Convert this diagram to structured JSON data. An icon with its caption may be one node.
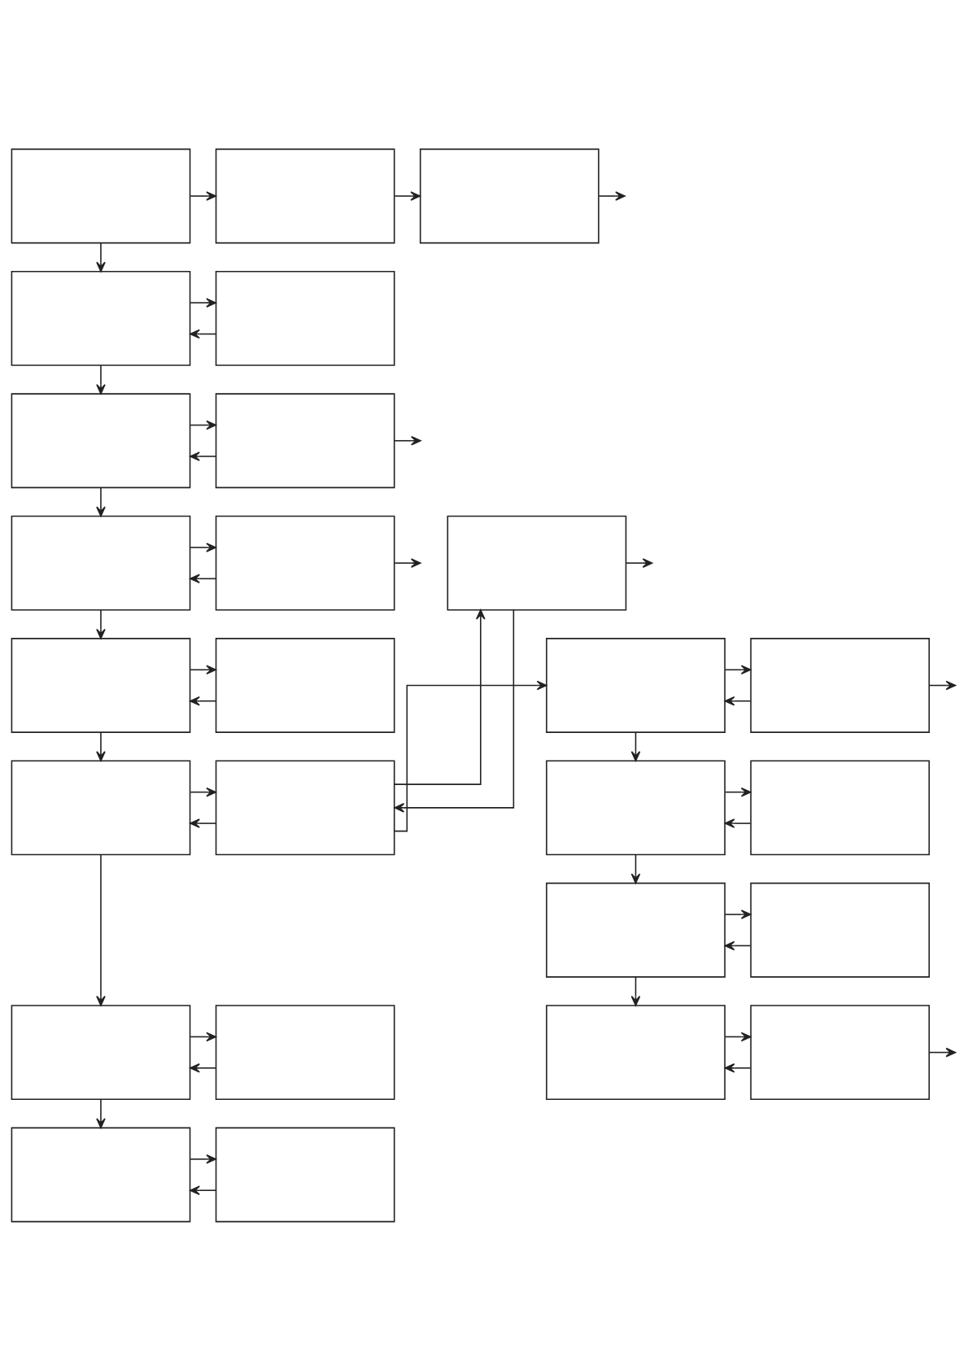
{
  "diagram": {
    "nodes": [
      {
        "text": [],
        "shape": "box"
      },
      {
        "text": [],
        "shape": "box"
      },
      {
        "text": [],
        "shape": "box"
      },
      {
        "text": [],
        "shape": "box"
      },
      {
        "text": [],
        "shape": "box"
      },
      {
        "text": [],
        "shape": "box"
      },
      {
        "text": [],
        "shape": "box"
      },
      {
        "text": [],
        "shape": "box"
      },
      {
        "text": [],
        "shape": "box"
      },
      {
        "text": [],
        "shape": "box"
      },
      {
        "text": [],
        "shape": "box"
      },
      {
        "text": [],
        "shape": "box"
      },
      {
        "text": [],
        "shape": "box"
      },
      {
        "text": [],
        "shape": "box"
      },
      {
        "text": [],
        "shape": "box"
      },
      {
        "text": [],
        "shape": "box"
      },
      {
        "text": [],
        "shape": "box"
      },
      {
        "text": [],
        "shape": "box"
      },
      {
        "text": [],
        "shape": "box"
      },
      {
        "text": [],
        "shape": "box"
      },
      {
        "text": [],
        "shape": "box"
      },
      {
        "text": [],
        "shape": "box"
      },
      {
        "text": [],
        "shape": "box"
      },
      {
        "text": [],
        "shape": "box"
      },
      {
        "text": [],
        "shape": "box"
      },
      {
        "text": [],
        "shape": "box"
      }
    ],
    "edges": [
      {
        "from": 0,
        "to": 1,
        "arrow": "to"
      },
      {
        "from": 1,
        "to": 2,
        "arrow": "to"
      },
      {
        "from": 2,
        "to": null,
        "arrow": "to"
      },
      {
        "from": 0,
        "to": 3,
        "arrow": "to"
      },
      {
        "from": 3,
        "to": 4,
        "arrow": "to"
      },
      {
        "from": 4,
        "to": 3,
        "arrow": "to"
      },
      {
        "from": 3,
        "to": 5,
        "arrow": "to"
      },
      {
        "from": 5,
        "to": 6,
        "arrow": "to"
      },
      {
        "from": 6,
        "to": 5,
        "arrow": "to"
      },
      {
        "from": 6,
        "to": null,
        "arrow": "to"
      },
      {
        "from": 5,
        "to": 7,
        "arrow": "to"
      },
      {
        "from": 7,
        "to": 8,
        "arrow": "to"
      },
      {
        "from": 8,
        "to": 7,
        "arrow": "to"
      },
      {
        "from": 8,
        "to": null,
        "arrow": "to"
      },
      {
        "from": 7,
        "to": 9,
        "arrow": "to"
      },
      {
        "from": 9,
        "to": 10,
        "arrow": "to"
      },
      {
        "from": 10,
        "to": 9,
        "arrow": "to"
      },
      {
        "from": 9,
        "to": 11,
        "arrow": "to"
      },
      {
        "from": 11,
        "to": 12,
        "arrow": "to"
      },
      {
        "from": 12,
        "to": 11,
        "arrow": "to"
      },
      {
        "from": 12,
        "to": 17,
        "arrow": "to"
      },
      {
        "from": 17,
        "to": 12,
        "arrow": "to"
      },
      {
        "from": 17,
        "to": null,
        "arrow": "to"
      },
      {
        "from": 12,
        "to": 18,
        "arrow": "to"
      },
      {
        "from": 11,
        "to": 13,
        "arrow": "to"
      },
      {
        "from": 13,
        "to": 14,
        "arrow": "to"
      },
      {
        "from": 14,
        "to": 13,
        "arrow": "to"
      },
      {
        "from": 13,
        "to": 15,
        "arrow": "to"
      },
      {
        "from": 15,
        "to": 16,
        "arrow": "to"
      },
      {
        "from": 16,
        "to": 15,
        "arrow": "to"
      },
      {
        "from": 18,
        "to": 19,
        "arrow": "to"
      },
      {
        "from": 19,
        "to": 18,
        "arrow": "to"
      },
      {
        "from": 19,
        "to": null,
        "arrow": "to"
      },
      {
        "from": 18,
        "to": 20,
        "arrow": "to"
      },
      {
        "from": 20,
        "to": 21,
        "arrow": "to"
      },
      {
        "from": 21,
        "to": 20,
        "arrow": "to"
      },
      {
        "from": 20,
        "to": 22,
        "arrow": "to"
      },
      {
        "from": 22,
        "to": 23,
        "arrow": "to"
      },
      {
        "from": 23,
        "to": 22,
        "arrow": "to"
      },
      {
        "from": 22,
        "to": 24,
        "arrow": "to"
      },
      {
        "from": 24,
        "to": 25,
        "arrow": "to"
      },
      {
        "from": 25,
        "to": 24,
        "arrow": "to"
      },
      {
        "from": 25,
        "to": null,
        "arrow": "to"
      }
    ]
  }
}
